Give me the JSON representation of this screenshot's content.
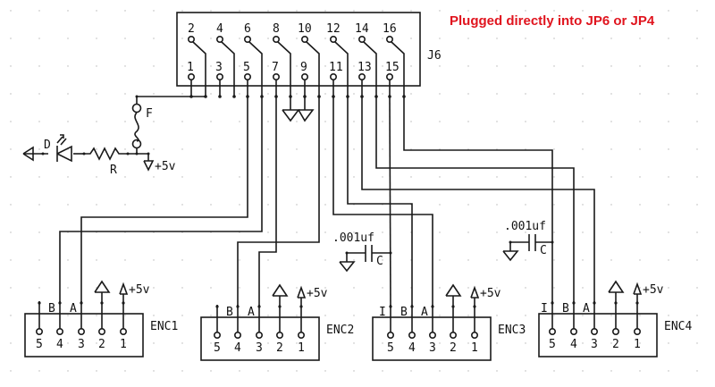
{
  "note": "Plugged directly into JP6 or JP4",
  "header": {
    "designator": "J6",
    "top_row_pins": [
      "2",
      "4",
      "6",
      "8",
      "10",
      "12",
      "14",
      "16"
    ],
    "bottom_row_pins": [
      "1",
      "3",
      "5",
      "7",
      "9",
      "11",
      "13",
      "15"
    ]
  },
  "power_circuit": {
    "diode_label": "D",
    "resistor_label": "R",
    "fuse_label": "F",
    "supply_label": "+5v"
  },
  "capacitors": [
    {
      "value": ".001uf",
      "label": "C"
    },
    {
      "value": ".001uf",
      "label": "C"
    }
  ],
  "encoders": [
    {
      "name": "ENC1",
      "pins": [
        "5",
        "4",
        "3",
        "2",
        "1"
      ],
      "signals": [
        "B",
        "A"
      ],
      "supply": "+5v"
    },
    {
      "name": "ENC2",
      "pins": [
        "5",
        "4",
        "3",
        "2",
        "1"
      ],
      "signals": [
        "B",
        "A"
      ],
      "supply": "+5v"
    },
    {
      "name": "ENC3",
      "pins": [
        "5",
        "4",
        "3",
        "2",
        "1"
      ],
      "signals": [
        "I",
        "B",
        "A"
      ],
      "supply": "+5v"
    },
    {
      "name": "ENC4",
      "pins": [
        "5",
        "4",
        "3",
        "2",
        "1"
      ],
      "signals": [
        "I",
        "B",
        "A"
      ],
      "supply": "+5v"
    }
  ],
  "connections": [
    {
      "from": "J6.5",
      "to": "ENC1.3 (A)"
    },
    {
      "from": "J6.6",
      "to": "ENC1.4 (B)"
    },
    {
      "from": "J6.7",
      "to": "ENC2.3 (A)"
    },
    {
      "from": "J6.8",
      "to": "GND"
    },
    {
      "from": "J6.9",
      "to": "GND"
    },
    {
      "from": "J6.10",
      "to": "ENC2.4 (B)"
    },
    {
      "from": "J6.11",
      "to": "ENC3.3 (A)"
    },
    {
      "from": "J6.12",
      "to": "ENC3.4 (B)"
    },
    {
      "from": "J6.13",
      "to": "ENC4.3 (A)"
    },
    {
      "from": "J6.14",
      "to": "ENC4.4 (B)"
    },
    {
      "from": "J6.15",
      "to": "ENC3.5 (I)"
    },
    {
      "from": "J6.16",
      "to": "ENC4.5 (I)"
    },
    {
      "from": "J6.1-4",
      "to": "Fuse F / +5v"
    }
  ]
}
